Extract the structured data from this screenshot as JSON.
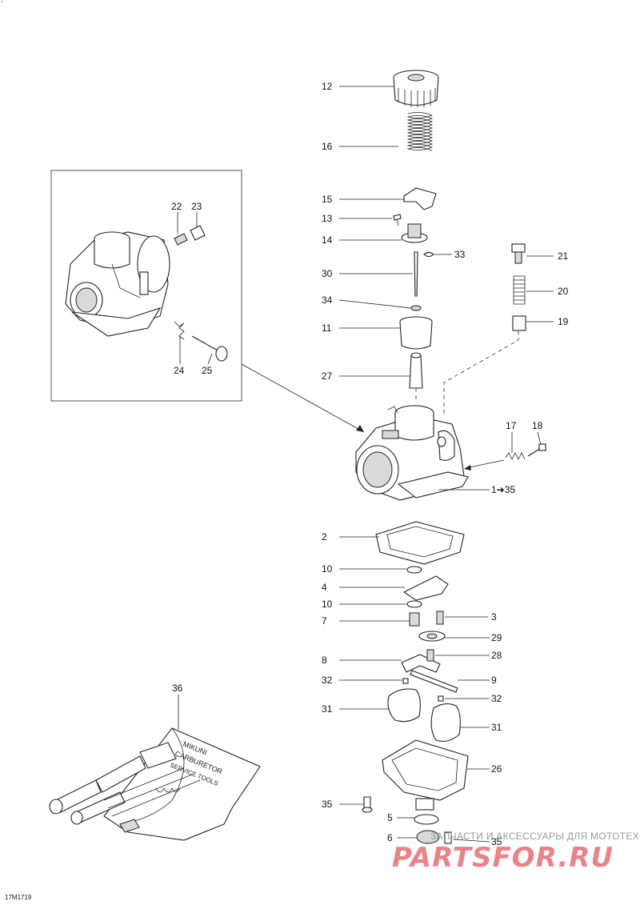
{
  "diagram": {
    "drawing_code": "17M1719",
    "corner_mark": "'",
    "callouts": {
      "c12": "12",
      "c16": "16",
      "c15": "15",
      "c13": "13",
      "c14": "14",
      "c33": "33",
      "c30": "30",
      "c34": "34",
      "c11": "11",
      "c27": "27",
      "c21": "21",
      "c20": "20",
      "c19": "19",
      "c22": "22",
      "c23": "23",
      "c24": "24",
      "c25": "25",
      "c17": "17",
      "c18": "18",
      "c1to35": "1➔35",
      "c2": "2",
      "c10a": "10",
      "c4": "4",
      "c10b": "10",
      "c7": "7",
      "c3": "3",
      "c29": "29",
      "c8": "8",
      "c28": "28",
      "c32a": "32",
      "c9": "9",
      "c31a": "31",
      "c32b": "32",
      "c31b": "31",
      "c26": "26",
      "c36": "36",
      "c35a": "35",
      "c5": "5",
      "c6": "6",
      "c35b": "35"
    },
    "tool_kit_label": [
      "MIKUNI",
      "CARBURETOR",
      "SERVICE TOOLS"
    ]
  },
  "watermark": {
    "caption": "ЗАПЧАСТИ И АКСЕССУАРЫ ДЛЯ МОТОТЕХНИКИ",
    "logo": "PARTSFOR.RU"
  },
  "colors": {
    "line": "#222222",
    "shade": "#d9d9d9",
    "watermark_logo": "#e35a62"
  }
}
